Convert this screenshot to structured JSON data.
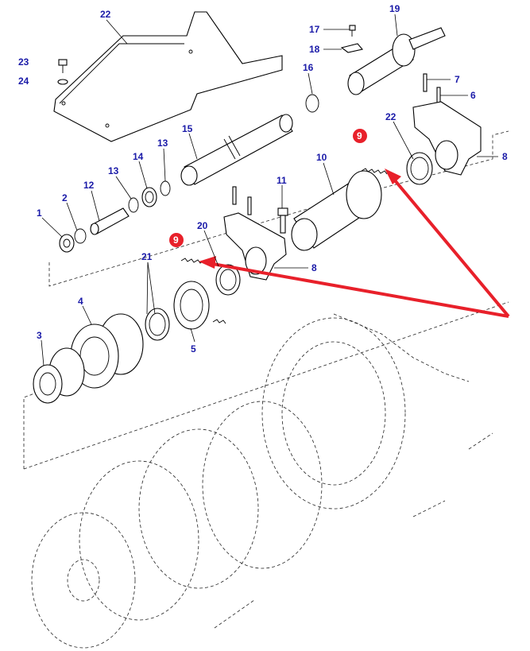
{
  "diagram": {
    "label_color": "#1a1aa8",
    "highlight_color": "#e8202a",
    "arrow_color": "#e8202a",
    "labels": [
      {
        "id": "22a",
        "text": "22"
      },
      {
        "id": "17",
        "text": "17"
      },
      {
        "id": "19",
        "text": "19"
      },
      {
        "id": "18",
        "text": "18"
      },
      {
        "id": "23",
        "text": "23"
      },
      {
        "id": "24",
        "text": "24"
      },
      {
        "id": "16",
        "text": "16"
      },
      {
        "id": "7",
        "text": "7"
      },
      {
        "id": "6",
        "text": "6"
      },
      {
        "id": "22b",
        "text": "22"
      },
      {
        "id": "8a",
        "text": "8"
      },
      {
        "id": "15",
        "text": "15"
      },
      {
        "id": "13a",
        "text": "13"
      },
      {
        "id": "14",
        "text": "14"
      },
      {
        "id": "13b",
        "text": "13"
      },
      {
        "id": "12",
        "text": "12"
      },
      {
        "id": "2",
        "text": "2"
      },
      {
        "id": "1",
        "text": "1"
      },
      {
        "id": "10",
        "text": "10"
      },
      {
        "id": "11",
        "text": "11"
      },
      {
        "id": "20",
        "text": "20"
      },
      {
        "id": "8b",
        "text": "8"
      },
      {
        "id": "21",
        "text": "21"
      },
      {
        "id": "4",
        "text": "4"
      },
      {
        "id": "3",
        "text": "3"
      },
      {
        "id": "5",
        "text": "5"
      }
    ],
    "highlighted_labels": [
      {
        "id": "9a",
        "text": "9"
      },
      {
        "id": "9b",
        "text": "9"
      }
    ]
  }
}
